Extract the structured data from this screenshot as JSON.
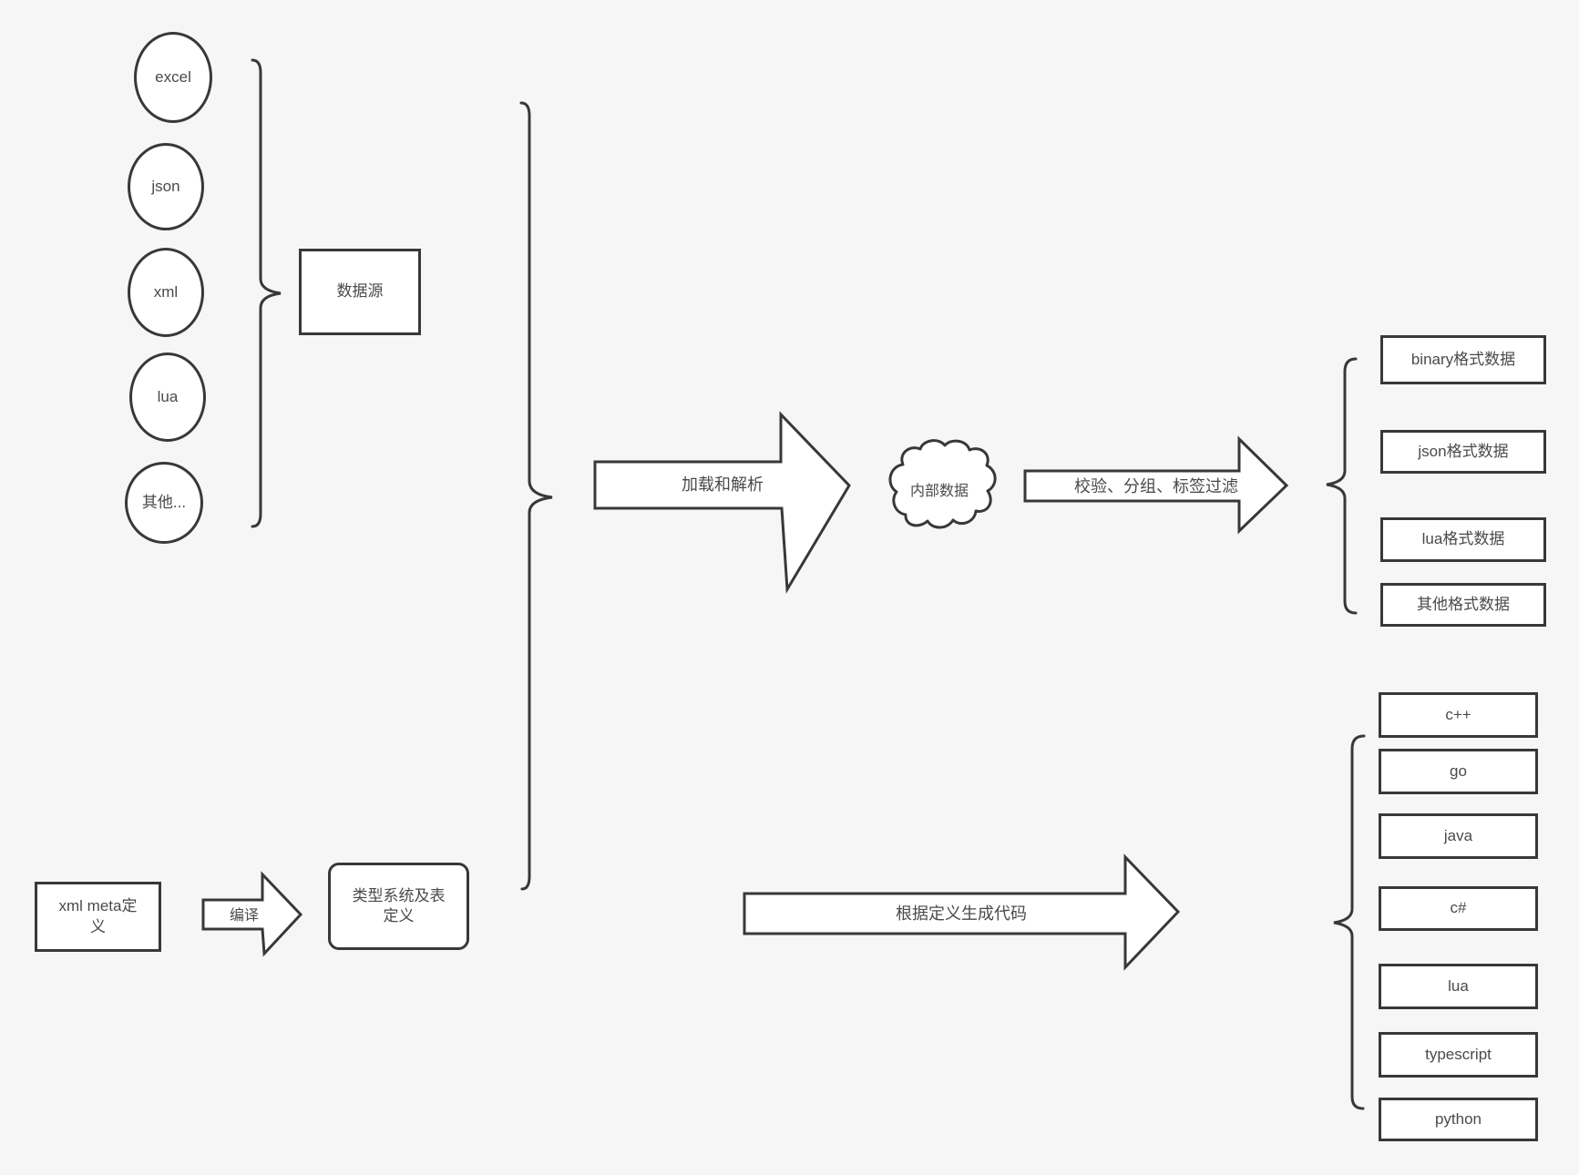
{
  "colors": {
    "background": "#f6f6f6",
    "stroke": "#383838",
    "text": "#4a4a4a",
    "shape_fill": "#ffffff"
  },
  "sources": {
    "items": [
      {
        "label": "excel"
      },
      {
        "label": "json"
      },
      {
        "label": "xml"
      },
      {
        "label": "lua"
      },
      {
        "label": "其他..."
      }
    ],
    "group_label": "数据源"
  },
  "pipeline": {
    "load_arrow_label": "加载和解析",
    "cloud_label": "内部数据",
    "filter_arrow_label": "校验、分组、标签过滤"
  },
  "outputs": {
    "formats": [
      {
        "label": "binary格式数据"
      },
      {
        "label": "json格式数据"
      },
      {
        "label": "lua格式数据"
      },
      {
        "label": "其他格式数据"
      }
    ]
  },
  "definition": {
    "meta_box_lines": [
      "xml meta定",
      "义"
    ],
    "compile_arrow_label": "编译",
    "type_box_lines": [
      "类型系统及表",
      "定义"
    ],
    "codegen_arrow_label": "根据定义生成代码"
  },
  "languages": {
    "items": [
      {
        "label": "c++"
      },
      {
        "label": "go"
      },
      {
        "label": "java"
      },
      {
        "label": "c#"
      },
      {
        "label": "lua"
      },
      {
        "label": "typescript"
      },
      {
        "label": "python"
      }
    ]
  }
}
